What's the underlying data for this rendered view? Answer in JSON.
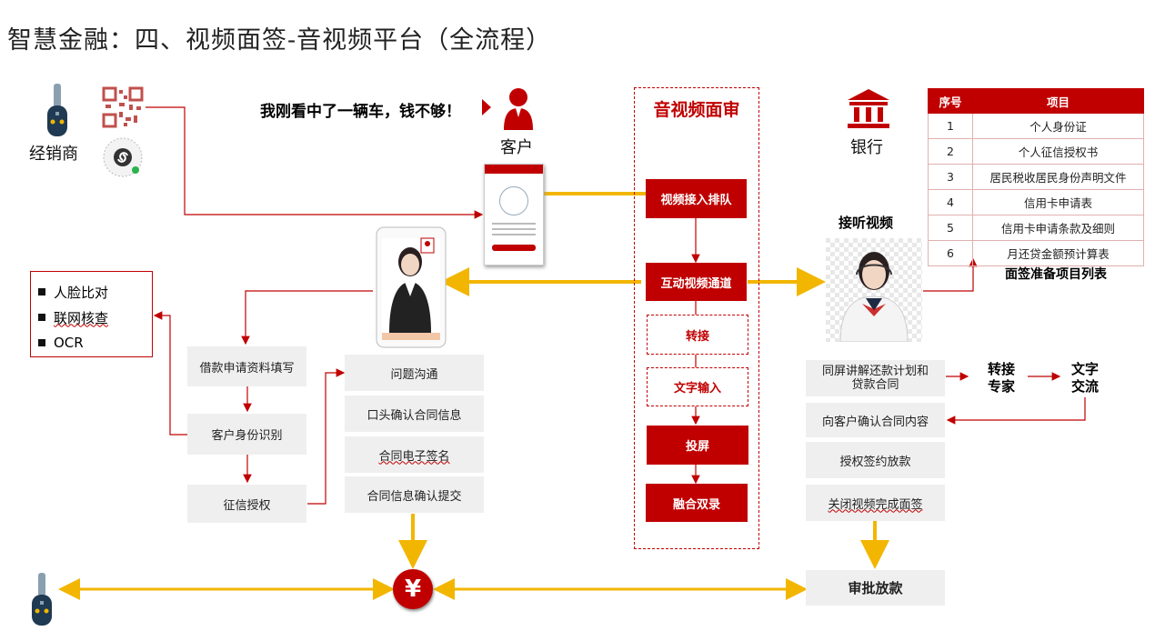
{
  "title": "智慧金融：四、视频面签-音视频平台（全流程）",
  "dealer": {
    "label": "经销商"
  },
  "customer": {
    "label": "客户",
    "quote": "我刚看中了一辆车，钱不够！"
  },
  "bank": {
    "label": "银行"
  },
  "platform": {
    "title": "音视频面审",
    "steps": [
      "视频接入排队",
      "互动视频通道",
      "转接",
      "文字输入",
      "投屏",
      "融合双录"
    ]
  },
  "verification": [
    "人脸比对",
    "联网核查",
    "OCR"
  ],
  "left_flow": [
    "借款申请资料填写",
    "客户身份识别",
    "征信授权"
  ],
  "middle_flow": [
    "问题沟通",
    "口头确认合同信息",
    "合同电子签名",
    "合同信息确认提交"
  ],
  "answer_video": {
    "label": "接听视频"
  },
  "right_flow": [
    "同屏讲解还款计划和贷款合同",
    "向客户确认合同内容",
    "授权签约放款",
    "关闭视频完成面签"
  ],
  "transfer": {
    "expert": "转接专家",
    "text": "文字交流"
  },
  "approve": "审批放款",
  "currency_symbol": "¥",
  "items_table": {
    "headers": [
      "序号",
      "项目"
    ],
    "rows": [
      [
        "1",
        "个人身份证"
      ],
      [
        "2",
        "个人征信授权书"
      ],
      [
        "3",
        "居民税收居民身份声明文件"
      ],
      [
        "4",
        "信用卡申请表"
      ],
      [
        "5",
        "信用卡申请条款及细则"
      ],
      [
        "6",
        "月还贷金额预计算表"
      ]
    ],
    "caption": "面签准备项目列表"
  },
  "colors": {
    "accent": "#c00000",
    "flow": "#f2b600",
    "box": "#efefef"
  }
}
